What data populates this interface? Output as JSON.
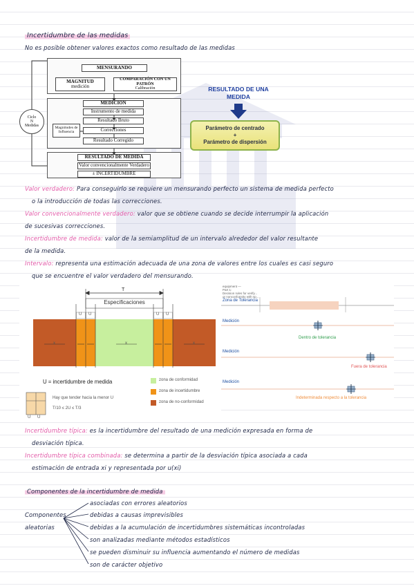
{
  "title": "Incertidumbre de las medidas",
  "intro": "No es posible obtener valores exactos como resultado de las medidas",
  "diagram": {
    "mensurando": "MENSURANDO",
    "magnitud": "MAGNITUD",
    "medicion_sub": "medición",
    "comparacion": "COMPARACIÓN CON UN PATRÓN",
    "calibracion": "Calibración",
    "medicion": "MEDICION",
    "instrumento": "Instrumento de medida",
    "resultado_bruto": "Resultado Bruto",
    "magnitudes_influencia": "Magnitudes de Influencia",
    "correcciones": "Correcciones",
    "resultado_corregido": "Resultado Corregido",
    "resultado_medida": "RESULTADO DE MEDIDA",
    "valor_conv": "Valor convencionalmente Verdadero",
    "incertidumbre": "± INCERTIDUMBRE",
    "ciclo": "Ciclo",
    "ciclo_n": "N",
    "ciclo_medidas": "Medidas"
  },
  "resultado_box": {
    "heading_line1": "RESULTADO DE UNA",
    "heading_line2": "MEDIDA",
    "param1": "Parámetro de centrado",
    "plus": "+",
    "param2": "Parámetro de dispersión"
  },
  "definitions": [
    {
      "term": "Valor verdadero:",
      "text": "Para conseguirlo se requiere un mensurando perfecto un sistema de medida perfecto",
      "cont": "o la introducción de todas las correcciones."
    },
    {
      "term": "Valor convencionalmente verdadero:",
      "text": "valor que se obtiene cuando se decide interrumpir la aplicación",
      "cont": "de sucesivas correcciones."
    },
    {
      "term": "Incertidumbre de medida:",
      "text": "valor de la semiamplitud de un intervalo alrededor del valor resultante",
      "cont": "de la medida."
    },
    {
      "term": "Intervalo:",
      "text": "representa una estimación adecuada de una zona de valores entre los cuales es casi seguro",
      "cont": "que se encuentre el valor verdadero del mensurando."
    }
  ],
  "spec_fig": {
    "t_label": "T",
    "spec_label": "Especificaciones",
    "u_label": "U",
    "x_label": "x",
    "u_def": "U = incertidumbre de medida",
    "legend": [
      {
        "label": "zona de conformidad",
        "color": "#c7ef9e"
      },
      {
        "label": "zona de incertidumbre",
        "color": "#f09318"
      },
      {
        "label": "zona de no-conformidad",
        "color": "#c25a27"
      }
    ],
    "hint": "Hay que tender hacia la menor U",
    "formula": "T/10 ≤ 2U ≤ T/3"
  },
  "tol_fig": {
    "top_text1": "equipment —",
    "top_text2": "Part 1:",
    "top_text3": "Decision rules for verify...",
    "top_text4": "or nonconformity with sp...",
    "zona": "Zona de Tolerancia",
    "rows": [
      {
        "label": "Medición",
        "status": "Dentro de tolerancia",
        "status_color": "#2f9d4c"
      },
      {
        "label": "Medición",
        "status": "Fuera de tolerancia",
        "status_color": "#e05555"
      },
      {
        "label": "Medición",
        "status": "Indeterminada respecto a la tolerancia",
        "status_color": "#ef8c3a"
      }
    ]
  },
  "tipica": [
    {
      "term": "Incertidumbre típica:",
      "text": "es la incertidumbre del resultado de una medición expresada en forma de",
      "cont": "desviación típica."
    },
    {
      "term": "Incertidumbre típica combinada:",
      "text": "se determina a partir de la desviación típica asociada a cada",
      "cont": "estimación de entrada xi y representada por u(xi)"
    }
  ],
  "components": {
    "heading": "Componentes de la incertidumbre de medida",
    "left_line1": "Componentes",
    "left_line2": "aleatorias",
    "items": [
      "asociadas con errores aleatorios",
      "debidas a causas imprevisibles",
      "debidas a la acumulación de incertidumbres sistemáticas incontroladas",
      "son analizadas mediante métodos estadísticos",
      "se pueden disminuir su influencia aumentando el número de medidas",
      "son de carácter objetivo"
    ]
  }
}
